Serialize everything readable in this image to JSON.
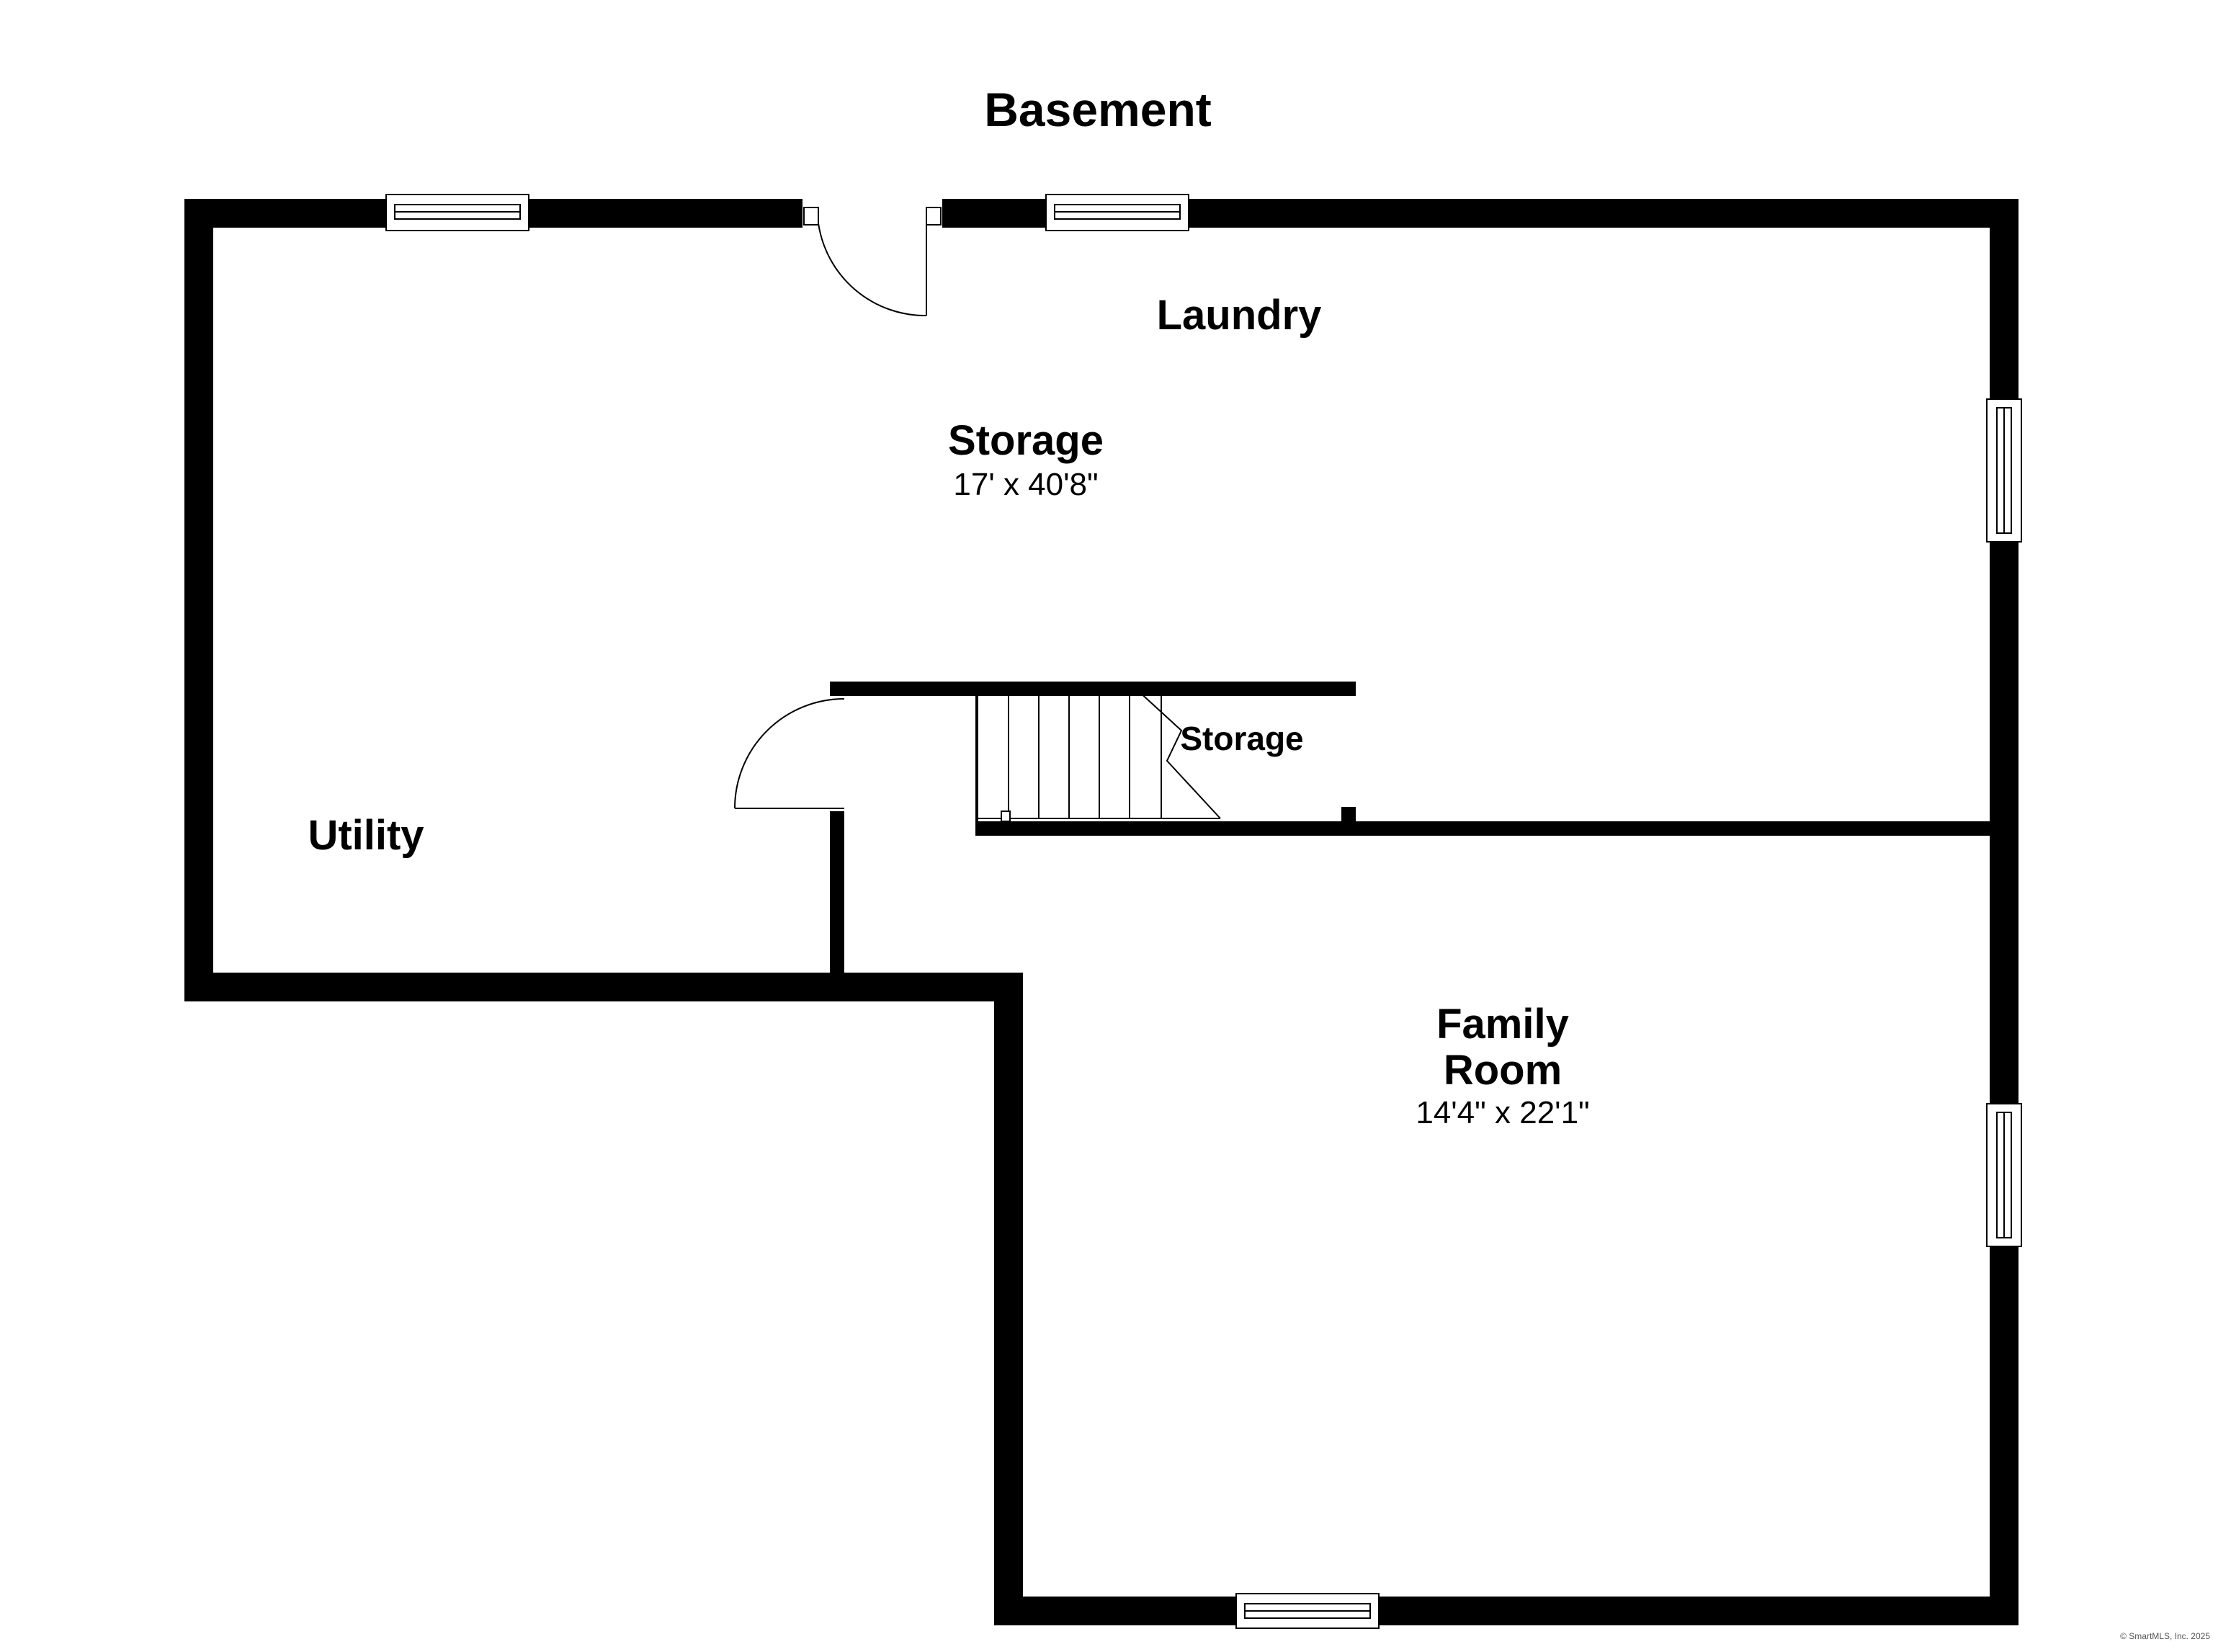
{
  "title": "Basement",
  "rooms": {
    "laundry": {
      "name": "Laundry"
    },
    "storage_main": {
      "name": "Storage",
      "dims": "17' x 40'8\""
    },
    "storage_small": {
      "name": "Storage"
    },
    "utility": {
      "name": "Utility"
    },
    "family_room": {
      "name_line1": "Family",
      "name_line2": "Room",
      "dims": "14'4\" x 22'1\""
    }
  },
  "copyright": "© SmartMLS, Inc. 2025",
  "colors": {
    "wall": "#000000",
    "background": "#ffffff",
    "window": "#ffffff"
  }
}
